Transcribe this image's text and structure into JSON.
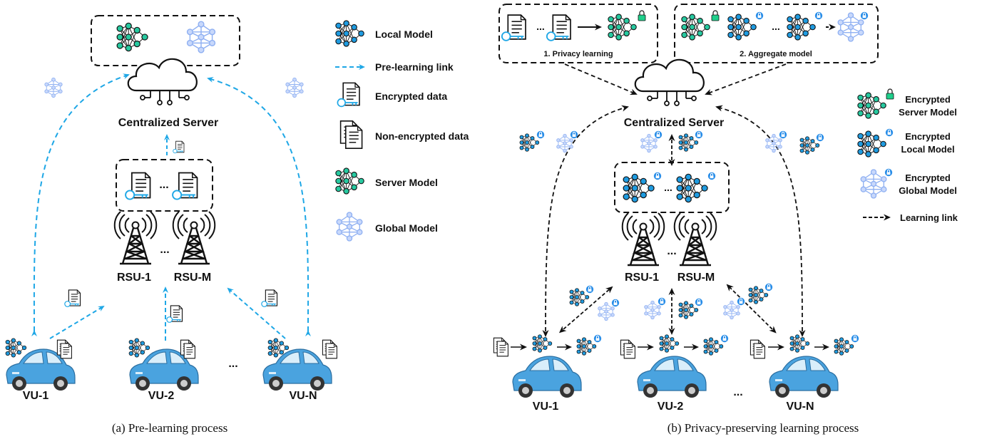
{
  "colors": {
    "local_model": "#1f9be0",
    "server_model": "#27c9a0",
    "global_model": "#8fb0f2",
    "pre_learning_link": "#1ea7e6",
    "learning_link": "#111111",
    "car": "#4aa3df",
    "lock_blue": "#2a8ee8",
    "lock_green": "#1fcf8b"
  },
  "left": {
    "server_label": "Centralized Server",
    "rsu1": "RSU-1",
    "rsum": "RSU-M",
    "rsu_dots": "...",
    "data_dots": "...",
    "vehicle_dots": "...",
    "vu1": "VU-1",
    "vu2": "VU-2",
    "vun": "VU-N",
    "caption": "(a) Pre-learning process"
  },
  "legend_left": {
    "local_model": "Local Model",
    "pre_learning_link": "Pre-learning link",
    "encrypted_data": "Encrypted data",
    "non_encrypted_data": "Non-encrypted data",
    "server_model": "Server Model",
    "global_model": "Global Model"
  },
  "right": {
    "box1_label": "1. Privacy learning",
    "box2_label": "2. Aggregate model",
    "box1_dots": "...",
    "box2_dots": "...",
    "server_label": "Centralized Server",
    "rsu_model_dots": "...",
    "rsu1": "RSU-1",
    "rsum": "RSU-M",
    "rsu_dots": "...",
    "vehicle_dots": "...",
    "vu1": "VU-1",
    "vu2": "VU-2",
    "vun": "VU-N",
    "caption": "(b) Privacy-preserving learning process"
  },
  "legend_right": {
    "encrypted_server_model_1": "Encrypted",
    "encrypted_server_model_2": "Server Model",
    "encrypted_local_model_1": "Encrypted",
    "encrypted_local_model_2": "Local Model",
    "encrypted_global_model_1": "Encrypted",
    "encrypted_global_model_2": "Global Model",
    "learning_link": "Learning link"
  }
}
